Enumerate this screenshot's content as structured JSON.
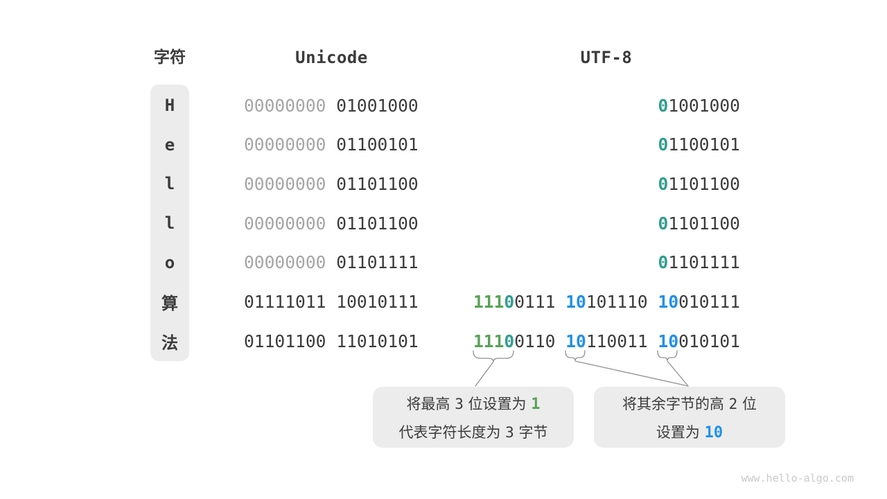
{
  "header": {
    "char_label": "字符",
    "unicode_label": "Unicode",
    "utf8_label": "UTF-8"
  },
  "rows": [
    {
      "char": "H",
      "unicode": [
        [
          "gray",
          "00000000"
        ],
        [
          "dark",
          "01001000"
        ]
      ],
      "utf8": [
        [
          [
            "teal",
            "0"
          ],
          [
            "dark",
            "1001000"
          ]
        ]
      ]
    },
    {
      "char": "e",
      "unicode": [
        [
          "gray",
          "00000000"
        ],
        [
          "dark",
          "01100101"
        ]
      ],
      "utf8": [
        [
          [
            "teal",
            "0"
          ],
          [
            "dark",
            "1100101"
          ]
        ]
      ]
    },
    {
      "char": "l",
      "unicode": [
        [
          "gray",
          "00000000"
        ],
        [
          "dark",
          "01101100"
        ]
      ],
      "utf8": [
        [
          [
            "teal",
            "0"
          ],
          [
            "dark",
            "1101100"
          ]
        ]
      ]
    },
    {
      "char": "l",
      "unicode": [
        [
          "gray",
          "00000000"
        ],
        [
          "dark",
          "01101100"
        ]
      ],
      "utf8": [
        [
          [
            "teal",
            "0"
          ],
          [
            "dark",
            "1101100"
          ]
        ]
      ]
    },
    {
      "char": "o",
      "unicode": [
        [
          "gray",
          "00000000"
        ],
        [
          "dark",
          "01101111"
        ]
      ],
      "utf8": [
        [
          [
            "teal",
            "0"
          ],
          [
            "dark",
            "1101111"
          ]
        ]
      ]
    },
    {
      "char": "算",
      "unicode": [
        [
          "dark",
          "01111011"
        ],
        [
          "dark",
          "10010111"
        ]
      ],
      "utf8": [
        [
          [
            "green",
            "111"
          ],
          [
            "teal",
            "0"
          ],
          [
            "dark",
            "0111"
          ]
        ],
        [
          [
            "blue",
            "10"
          ],
          [
            "dark",
            "101110"
          ]
        ],
        [
          [
            "blue",
            "10"
          ],
          [
            "dark",
            "010111"
          ]
        ]
      ]
    },
    {
      "char": "法",
      "unicode": [
        [
          "dark",
          "01101100"
        ],
        [
          "dark",
          "11010101"
        ]
      ],
      "utf8": [
        [
          [
            "green",
            "111"
          ],
          [
            "teal",
            "0"
          ],
          [
            "dark",
            "0110"
          ]
        ],
        [
          [
            "blue",
            "10"
          ],
          [
            "dark",
            "110011"
          ]
        ],
        [
          [
            "blue",
            "10"
          ],
          [
            "dark",
            "010101"
          ]
        ]
      ]
    }
  ],
  "callouts": {
    "left": {
      "lines": [
        [
          [
            "dark",
            "将最高 "
          ],
          [
            "num",
            "3"
          ],
          [
            "dark",
            " 位设置为 "
          ],
          [
            "green",
            "1"
          ]
        ],
        [
          [
            "dark",
            "代表字符长度为 "
          ],
          [
            "num",
            "3"
          ],
          [
            "dark",
            " 字节"
          ]
        ]
      ]
    },
    "right": {
      "lines": [
        [
          [
            "dark",
            "将其余字节的高 "
          ],
          [
            "num",
            "2"
          ],
          [
            "dark",
            " 位"
          ]
        ],
        [
          [
            "dark",
            "设置为 "
          ],
          [
            "blue",
            "10"
          ]
        ]
      ]
    }
  },
  "watermark": "www.hello-algo.com",
  "colors": {
    "text_dark": "#3b3b3b",
    "text_gray": "#a5a5a5",
    "bit_teal": "#2f9e8f",
    "bit_green": "#59a257",
    "bit_blue": "#2090ea",
    "panel_bg": "#ececec",
    "annotation_gray": "#8f8f8f",
    "watermark_gray": "#c9c9c9"
  }
}
